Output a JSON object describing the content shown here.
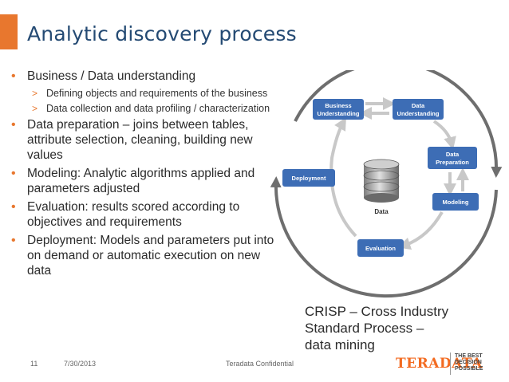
{
  "slide": {
    "title": "Analytic discovery process",
    "bullets": [
      {
        "text": "Business / Data understanding",
        "subs": [
          "Defining objects and requirements of the business",
          "Data collection and data profiling / characterization"
        ]
      },
      {
        "text": "Data preparation – joins between tables, attribute selection, cleaning, building new values",
        "subs": []
      },
      {
        "text": "Modeling:  Analytic algorithms applied and parameters adjusted",
        "subs": []
      },
      {
        "text": "Evaluation:  results scored according to objectives and requirements",
        "subs": []
      },
      {
        "text": "Deployment:  Models and parameters put into on demand or automatic execution on new data",
        "subs": []
      }
    ],
    "diagram": {
      "boxes": {
        "business": [
          "Business",
          "Understanding"
        ],
        "data_understanding": [
          "Data",
          "Understanding"
        ],
        "data_preparation": [
          "Data",
          "Preparation"
        ],
        "modeling": "Modeling",
        "evaluation": "Evaluation",
        "deployment": "Deployment"
      },
      "center_label": "Data",
      "colors": {
        "box": "#3d6db5",
        "box_text": "#ffffff",
        "arrow": "#c8c8c8",
        "ring": "#6e6e6e"
      }
    },
    "caption": [
      "CRISP – Cross Industry",
      "Standard Process –",
      "data mining"
    ],
    "footer": {
      "page_number": "11",
      "date": "7/30/2013",
      "confidential": "Teradata Confidential"
    },
    "logo": {
      "wordmark": "TERADATA",
      "tagline": [
        "THE BEST",
        "DECISION",
        "POSSIBLE"
      ]
    },
    "colors": {
      "accent": "#e8772e",
      "title": "#244a73"
    }
  }
}
